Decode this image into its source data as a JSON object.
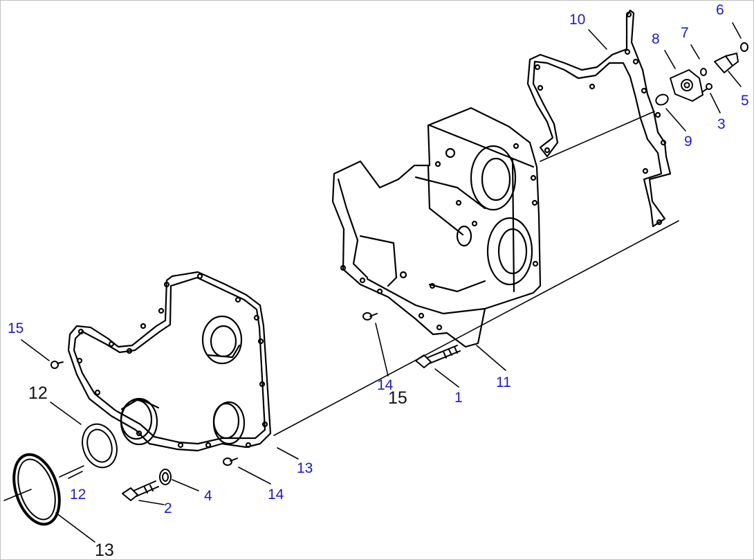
{
  "colors": {
    "line": "#000000",
    "callout_blue": "#1a1acc",
    "callout_black": "#111111",
    "background": "#ffffff"
  },
  "callouts": [
    {
      "id": "c10",
      "text": "10",
      "color": "blue"
    },
    {
      "id": "c8",
      "text": "8",
      "color": "blue"
    },
    {
      "id": "c7",
      "text": "7",
      "color": "blue"
    },
    {
      "id": "c6",
      "text": "6",
      "color": "blue"
    },
    {
      "id": "c5",
      "text": "5",
      "color": "blue"
    },
    {
      "id": "c3",
      "text": "3",
      "color": "blue"
    },
    {
      "id": "c9",
      "text": "9",
      "color": "blue"
    },
    {
      "id": "c15a",
      "text": "15",
      "color": "blue"
    },
    {
      "id": "c12a",
      "text": "12",
      "color": "black"
    },
    {
      "id": "c12b",
      "text": "12",
      "color": "blue"
    },
    {
      "id": "c13a",
      "text": "13",
      "color": "black"
    },
    {
      "id": "c13b",
      "text": "13",
      "color": "blue"
    },
    {
      "id": "c14a",
      "text": "14",
      "color": "blue"
    },
    {
      "id": "c14b",
      "text": "14",
      "color": "blue"
    },
    {
      "id": "c15b",
      "text": "15",
      "color": "black"
    },
    {
      "id": "c1",
      "text": "1",
      "color": "blue"
    },
    {
      "id": "c11",
      "text": "11",
      "color": "blue"
    },
    {
      "id": "c2",
      "text": "2",
      "color": "blue"
    },
    {
      "id": "c4",
      "text": "4",
      "color": "blue"
    }
  ]
}
